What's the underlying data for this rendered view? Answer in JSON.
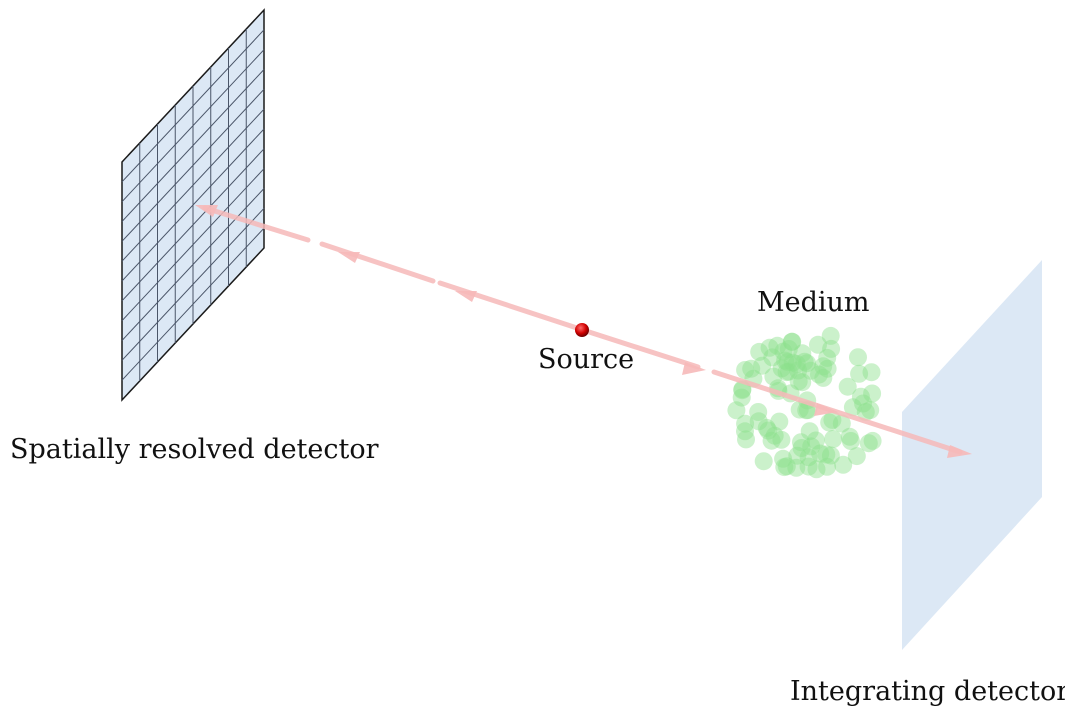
{
  "labels": {
    "spatial_detector": "Spatially resolved detector",
    "source": "Source",
    "medium": "Medium",
    "integrating_detector": "Integrating detector"
  },
  "colors": {
    "detector_fill": "#dce8f5",
    "grid_line": "#4a5568",
    "beam": "#f6b9b9",
    "source": "#d10000",
    "medium": "#8be08b"
  },
  "spatial_detector": {
    "grid_columns": 8,
    "grid_rows": 12
  },
  "icons": [
    "source-point-icon",
    "medium-cloud-icon"
  ]
}
